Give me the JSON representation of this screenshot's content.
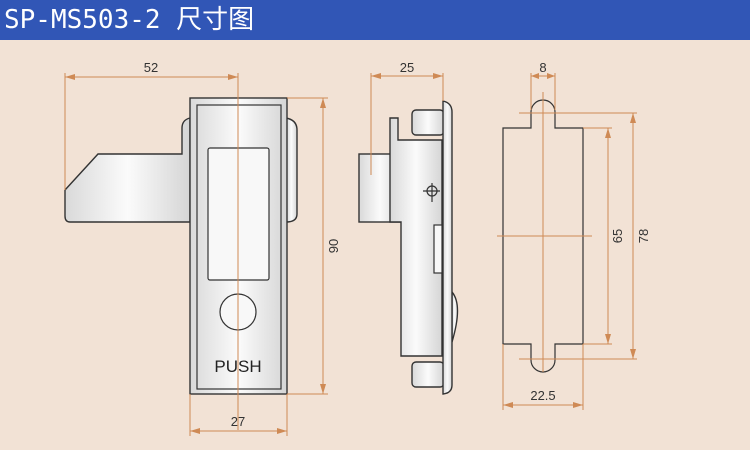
{
  "header": {
    "title": "SP-MS503-2 尺寸图"
  },
  "front_view": {
    "dim_width_total": "52",
    "dim_height": "90",
    "dim_plate_width": "27",
    "button_label": "PUSH"
  },
  "side_view": {
    "dim_depth": "25"
  },
  "cutout_view": {
    "dim_slot_width": "8",
    "dim_inner_height": "65",
    "dim_outer_height": "78",
    "dim_width": "22.5"
  },
  "colors": {
    "header": "#3156b6",
    "background": "#f2e2d5",
    "dimension": "#cf8a55"
  }
}
